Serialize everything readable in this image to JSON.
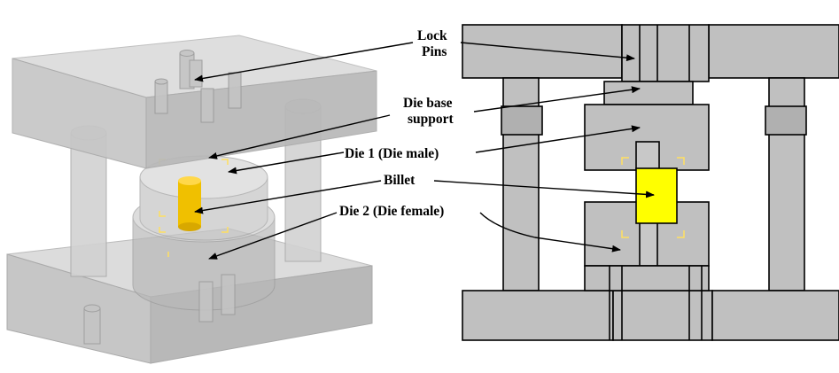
{
  "labels": {
    "lock_pins_line1": "Lock",
    "lock_pins_line2": "Pins",
    "die_base_line1": "Die base",
    "die_base_line2": "support",
    "die1": "Die 1 (Die male)",
    "billet": "Billet",
    "die2": "Die 2 (Die female)"
  },
  "colors": {
    "part_gray": "#c8c8c8",
    "section_gray": "#c0c0c0",
    "billet_yellow": "#ffff00",
    "billet_3d": "#f0c000",
    "outline": "#000000",
    "marker_yellow": "#ffe060"
  }
}
